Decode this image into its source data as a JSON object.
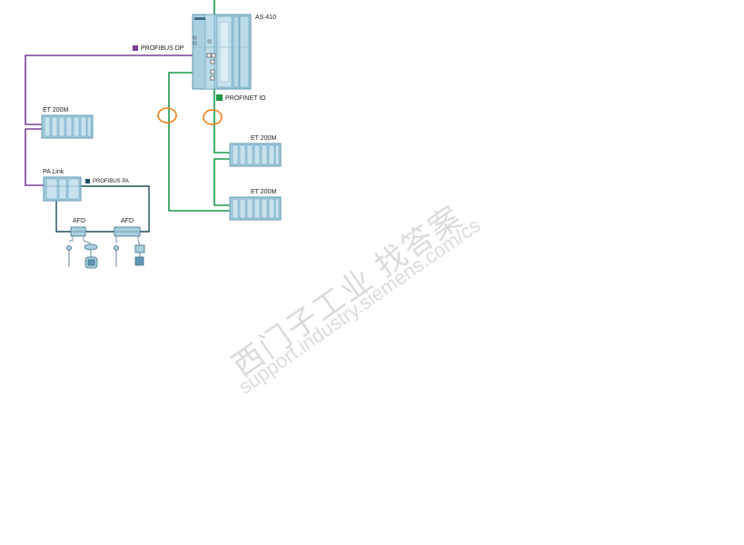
{
  "labels": {
    "as410": "AS 410",
    "profibus_dp": "PROFIBUS DP",
    "profinet_io": "PROFINET IO",
    "et200m_left": "ET 200M",
    "et200m_right_1": "ET 200M",
    "et200m_right_2": "ET 200M",
    "pa_link": "PA Link",
    "profibus_pa": "PROFIBUS PA",
    "afd_1": "AFD",
    "afd_2": "AFD"
  },
  "watermark": {
    "line1": "西门子工业  找答案",
    "line2": "support.industry.siemens.com/cs"
  },
  "colors": {
    "profibus_dp": "#7b3f98",
    "profinet_io": "#1a9a4a",
    "profibus_pa": "#1f4e5f",
    "redundancy_marker": "#f07f1a",
    "module_fill": "#a9cfe0",
    "module_dark": "#5f98b3"
  },
  "icons": [
    "et200m-module-icon",
    "as410-controller-icon",
    "pa-link-icon",
    "afd-junction-icon",
    "field-device-icon",
    "valve-icon"
  ]
}
